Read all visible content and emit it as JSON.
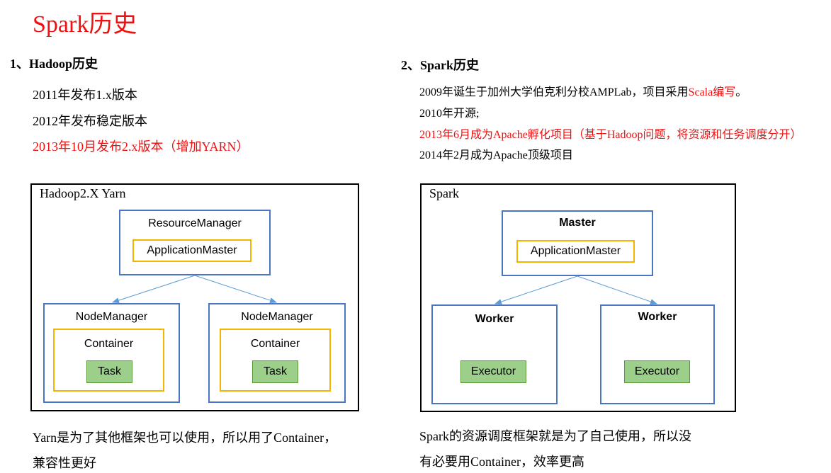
{
  "title": "Spark历史",
  "left": {
    "heading": "1、Hadoop历史",
    "lines": [
      "2011年发布1.x版本",
      "2012年发布稳定版本",
      "2013年10月发布2.x版本（增加YARN）"
    ],
    "diagram": {
      "label": "Hadoop2.X Yarn",
      "resource_manager": "ResourceManager",
      "application_master": "ApplicationMaster",
      "node_manager_1": "NodeManager",
      "node_manager_2": "NodeManager",
      "container_1": "Container",
      "container_2": "Container",
      "task_1": "Task",
      "task_2": "Task"
    },
    "caption_line1": "Yarn是为了其他框架也可以使用，所以用了Container，",
    "caption_line2": "兼容性更好"
  },
  "right": {
    "heading": "2、Spark历史",
    "line1_pre": "2009年诞生于加州大学伯克利分校AMPLab，项目采用",
    "line1_red": "Scala编写",
    "line1_post": "。",
    "line2": "2010年开源;",
    "line3": "2013年6月成为Apache孵化项目（基于Hadoop问题，将资源和任务调度分开）",
    "line4": "2014年2月成为Apache顶级项目",
    "diagram": {
      "label": "Spark",
      "master": "Master",
      "application_master": "ApplicationMaster",
      "worker_1": "Worker",
      "worker_2": "Worker",
      "executor_1": "Executor",
      "executor_2": "Executor"
    },
    "caption_line1": "Spark的资源调度框架就是为了自己使用，所以没",
    "caption_line2": "有必要用Container，效率更高"
  },
  "colors": {
    "accent_red": "#ee1111",
    "box_blue": "#4a74c4",
    "box_yellow": "#f4b400",
    "task_green": "#9cd08a",
    "arrow_blue": "#5b9bd5"
  }
}
